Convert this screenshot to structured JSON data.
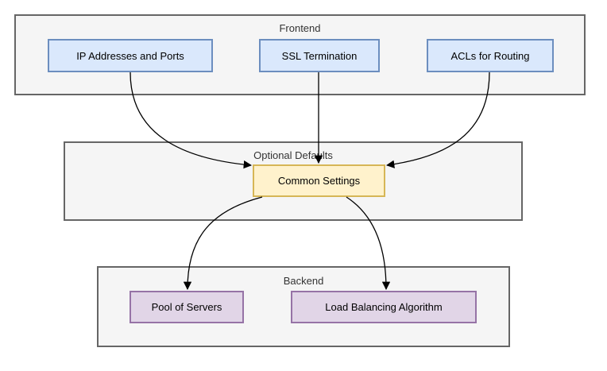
{
  "diagram": {
    "groups": {
      "frontend": {
        "label": "Frontend"
      },
      "defaults": {
        "label": "Optional Defaults"
      },
      "backend": {
        "label": "Backend"
      }
    },
    "nodes": {
      "ip_ports": {
        "label": "IP Addresses and Ports"
      },
      "ssl": {
        "label": "SSL Termination"
      },
      "acls": {
        "label": "ACLs for Routing"
      },
      "common": {
        "label": "Common Settings"
      },
      "pool": {
        "label": "Pool of Servers"
      },
      "lb_algo": {
        "label": "Load Balancing Algorithm"
      }
    },
    "edges": [
      {
        "from": "IP Addresses and Ports",
        "to": "Common Settings"
      },
      {
        "from": "SSL Termination",
        "to": "Common Settings"
      },
      {
        "from": "ACLs for Routing",
        "to": "Common Settings"
      },
      {
        "from": "Common Settings",
        "to": "Pool of Servers"
      },
      {
        "from": "Common Settings",
        "to": "Load Balancing Algorithm"
      }
    ],
    "colors": {
      "group_fill": "#f5f5f5",
      "group_stroke": "#666666",
      "frontend_node_fill": "#dae8fc",
      "frontend_node_stroke": "#6c8ebf",
      "defaults_node_fill": "#fff2cc",
      "defaults_node_stroke": "#d6b656",
      "backend_node_fill": "#e1d5e7",
      "backend_node_stroke": "#9673a6",
      "edge": "#000000"
    }
  }
}
